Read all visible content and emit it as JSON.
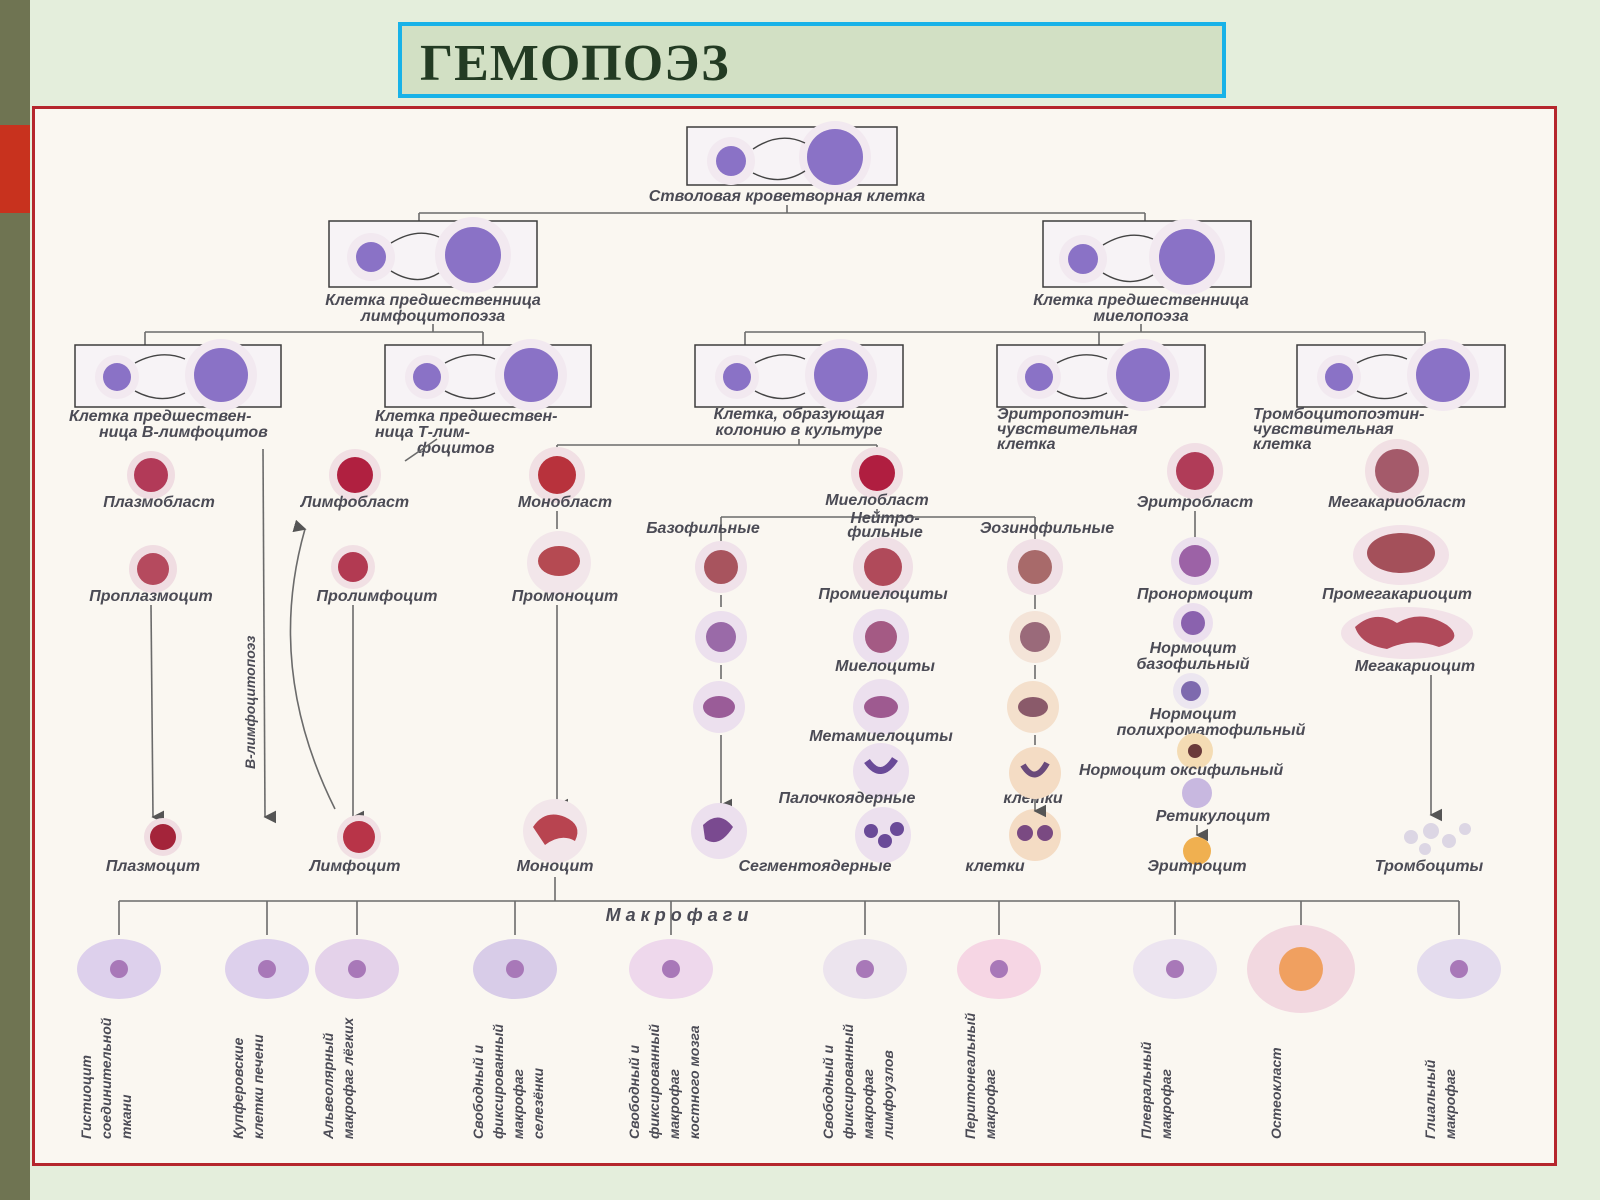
{
  "title": "ГЕМОПОЭЗ",
  "stem_cell": "Стволовая кроветворная клетка",
  "lymph_progenitor": [
    "Клетка предшественница",
    "лимфоцитопоэза"
  ],
  "myelo_progenitor": [
    "Клетка предшественница",
    "миелопоэза"
  ],
  "b_progenitor": [
    "Клетка предшествен-",
    "ница В-лимфоцитов"
  ],
  "t_progenitor": [
    "Клетка предшествен-",
    "ница Т-лим-",
    "фоцитов"
  ],
  "cfu_culture": [
    "Клетка, образующая",
    "колонию в культуре"
  ],
  "erythropoietin": [
    "Эритропоэтин-",
    "чувствительная",
    "клетка"
  ],
  "thrombopoietin": [
    "Тромбоцитопоэтин-",
    "чувствительная",
    "клетка"
  ],
  "b_lymphopoiesis": "В-лимфоцитопоэз",
  "plasma_line": {
    "plasmoblast": "Плазмобласт",
    "proplasmocyte": "Проплазмоцит",
    "plasmocyte": "Плазмоцит"
  },
  "lympho_line": {
    "lymphoblast": "Лимфобласт",
    "prolymphocyte": "Пролимфоцит",
    "lymphocyte": "Лимфоцит"
  },
  "mono_line": {
    "monoblast": "Монобласт",
    "promonocyte": "Промоноцит",
    "monocyte": "Моноцит"
  },
  "granulo_line": {
    "myeloblast": "Миелобласт",
    "basophilic": "Базофильные",
    "neutrophilic": [
      "Нейтро-",
      "фильные"
    ],
    "eosinophilic": "Эозинофильные",
    "promyelocytes": "Промиелоциты",
    "myelocytes": "Миелоциты",
    "metamyelocytes": "Метамиелоциты",
    "band": "Палочкоядерные",
    "band_cells": "клетки",
    "segmented": "Сегментоядерные",
    "segmented_cells": "клетки"
  },
  "erythro_line": {
    "erythroblast": "Эритробласт",
    "pronormocyte": "Пронормоцит",
    "normo_baso": [
      "Нормоцит",
      "базофильный"
    ],
    "normo_poly": [
      "Нормоцит",
      "полихроматофильный"
    ],
    "normo_oxy": "Нормоцит  оксифильный",
    "reticulocyte": "Ретикулоцит",
    "erythrocyte": "Эритроцит"
  },
  "mega_line": {
    "megakaryoblast": "Мегакариобласт",
    "promegakaryocyte": "Промегакариоцит",
    "megakaryocyte": "Мегакариоцит",
    "platelets": "Тромбоциты"
  },
  "macrophages_header": "М а к р о ф а г и",
  "macrophages": [
    [
      "Гистиоцит",
      "соединительной",
      "ткани"
    ],
    [
      "Купферовские",
      "клетки печени"
    ],
    [
      "Альвеолярный",
      "макрофаг лёгких"
    ],
    [
      "Свободный и",
      "фиксированный",
      "макрофаг",
      "селезёнки"
    ],
    [
      "Свободный и",
      "фиксированный",
      "макрофаг",
      "костного мозга"
    ],
    [
      "Свободный и",
      "фиксированный",
      "макрофаг",
      "лимфоузлов"
    ],
    [
      "Перитонеальный",
      "макрофаг"
    ],
    [
      "Плевральный",
      "макрофаг"
    ],
    [
      "Остеокласт"
    ],
    [
      "Глиальный",
      "макрофаг"
    ]
  ]
}
